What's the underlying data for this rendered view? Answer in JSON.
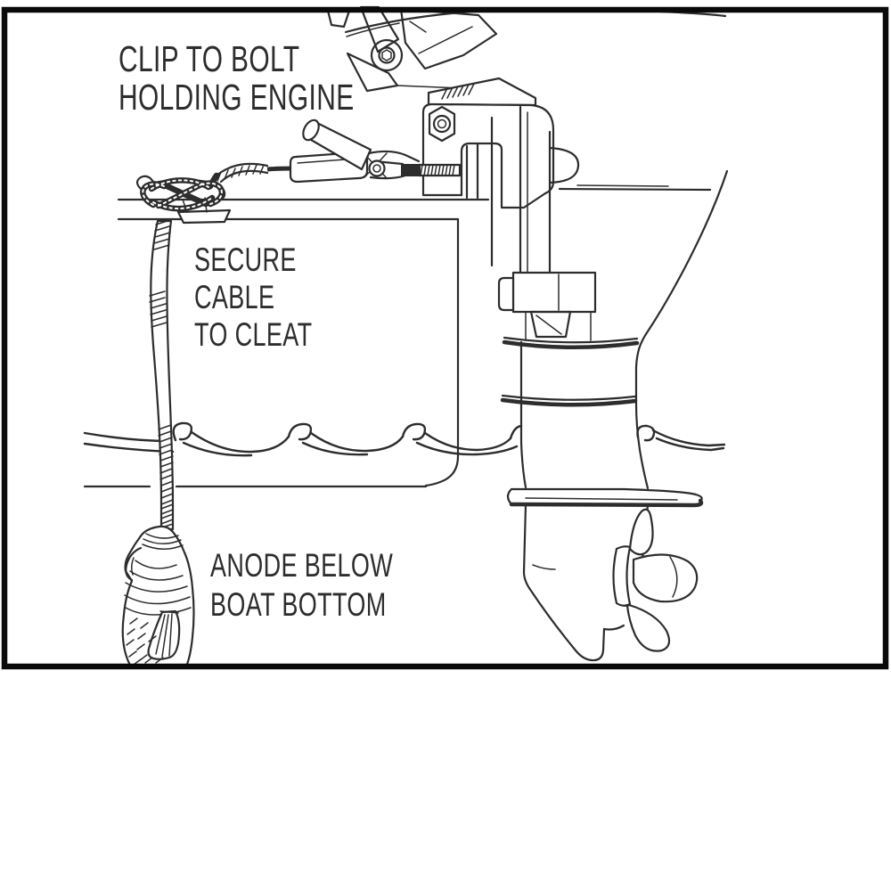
{
  "labels": {
    "clip_to_bolt": {
      "lines": [
        "CLIP TO BOLT",
        "HOLDING ENGINE"
      ]
    },
    "secure_cable": {
      "lines": [
        "SECURE",
        "CABLE",
        "TO CLEAT"
      ]
    },
    "anode_below": {
      "lines": [
        "ANODE BELOW",
        "BOAT BOTTOM"
      ]
    }
  },
  "diagram": {
    "parts": [
      "boat transom and gunwale",
      "horn cleat with knotted rope",
      "cable with battery clip",
      "transom clamp screw bolt",
      "outboard clamp bracket",
      "tilt linkage",
      "driveshaft housing with band clamps",
      "anti-ventilation plate",
      "lower unit and skeg",
      "propeller",
      "waterline waves",
      "fish-shaped zinc anode below boat bottom"
    ]
  },
  "colors": {
    "ink": "#2d2d2d",
    "frame": "#0a0a0a",
    "background": "#ffffff"
  }
}
